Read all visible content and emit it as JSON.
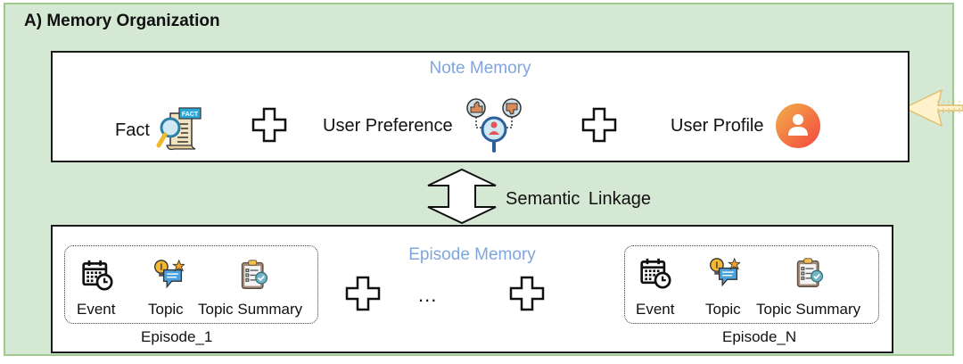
{
  "title": "A) Memory Organization",
  "note_memory": {
    "title": "Note Memory",
    "items": [
      {
        "label": "Fact",
        "icon": "fact-document-icon"
      },
      {
        "label": "User Preference",
        "icon": "user-preference-icon"
      },
      {
        "label": "User Profile",
        "icon": "user-profile-icon"
      }
    ]
  },
  "linkage": {
    "label": "Semantic  Linkage",
    "icon": "double-arrow-icon"
  },
  "episode_memory": {
    "title": "Episode Memory",
    "ellipsis": "...",
    "episodes": [
      {
        "name": "Episode_1",
        "items": [
          {
            "label": "Event",
            "icon": "calendar-clock-icon"
          },
          {
            "label": "Topic",
            "icon": "idea-chat-icon"
          },
          {
            "label": "Topic Summary",
            "icon": "clipboard-check-icon"
          }
        ]
      },
      {
        "name": "Episode_N",
        "items": [
          {
            "label": "Event",
            "icon": "calendar-clock-icon"
          },
          {
            "label": "Topic",
            "icon": "idea-chat-icon"
          },
          {
            "label": "Topic Summary",
            "icon": "clipboard-check-icon"
          }
        ]
      }
    ]
  },
  "colors": {
    "panel_bg": "#d5e8d4",
    "panel_border": "#9fc98f",
    "section_title": "#7ea6e0",
    "incoming_arrow": "#fff2cc"
  }
}
